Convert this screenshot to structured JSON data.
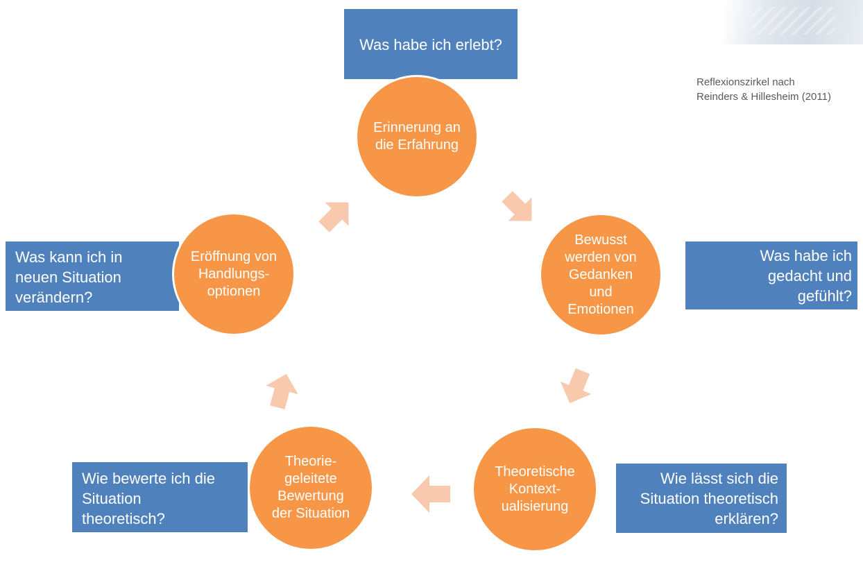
{
  "caption": "Reflexionszirkel nach\nReinders & Hillesheim (2011)",
  "colors": {
    "question_box": "#4f81bd",
    "node_circle": "#f79646",
    "arrow": "#f9c9ad"
  },
  "nodes": {
    "top": "Erinnerung an\ndie Erfahrung",
    "right": "Bewusst\nwerden von\nGedanken\nund\nEmotionen",
    "bottom_right": "Theoretische\nKontext-\nualisierung",
    "bottom_left": "Theorie-\ngeleitete\nBewertung\nder Situation",
    "left": "Eröffnung von\nHandlungs-\noptionen"
  },
  "questions": {
    "top": "Was habe ich erlebt?",
    "right": "Was habe ich\ngedacht und\ngefühlt?",
    "bottom_right": "Wie lässt sich die\nSituation theoretisch\nerklären?",
    "bottom_left": "Wie bewerte ich die\nSituation\ntheoretisch?",
    "left": "Was kann ich in\nneuen Situation\nverändern?"
  }
}
